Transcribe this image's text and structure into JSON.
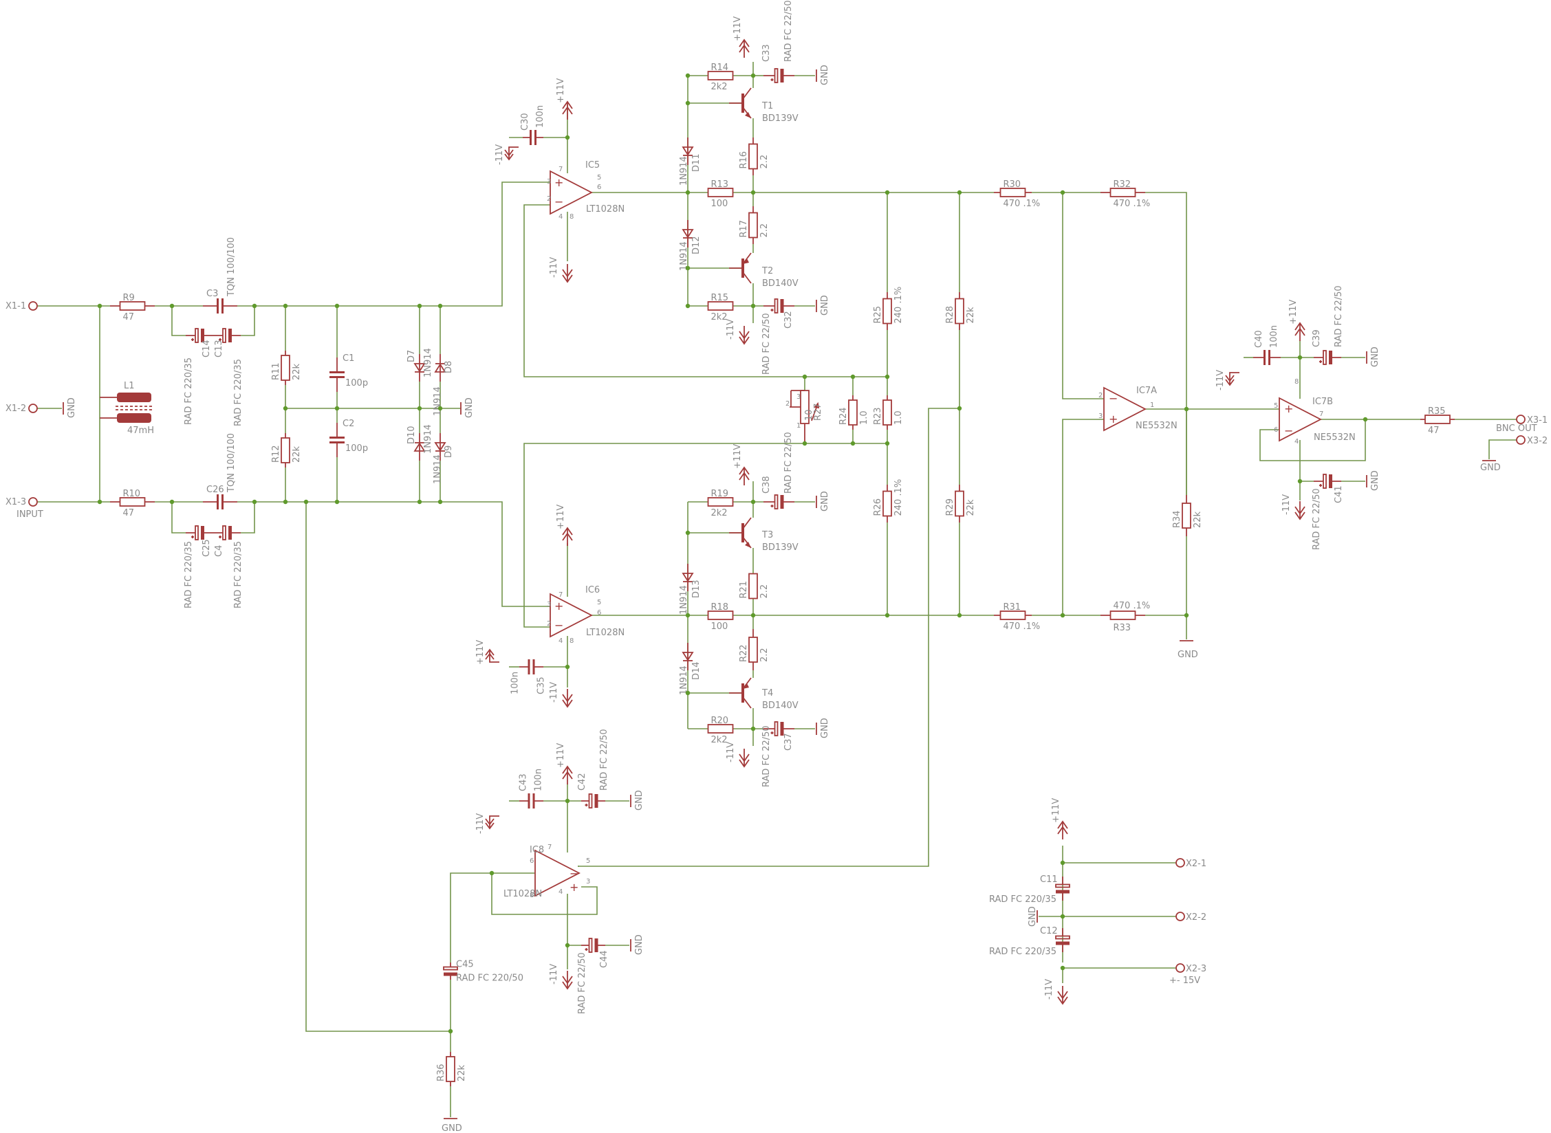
{
  "connectors": {
    "x1_1": "X1-1",
    "x1_2": "X1-2",
    "x1_3": "X1-3",
    "input": "INPUT",
    "x2_1": "X2-1",
    "x2_2": "X2-2",
    "x2_3": "X2-3",
    "pm15": "+- 15V",
    "x3_1": "X3-1",
    "x3_2": "X3-2",
    "bnc": "BNC OUT"
  },
  "power": {
    "p11": "+11V",
    "m11": "-11V",
    "gnd": "GND"
  },
  "resistors": {
    "R9": [
      "R9",
      "47"
    ],
    "R10": [
      "R10",
      "47"
    ],
    "R11": [
      "R11",
      "22k"
    ],
    "R12": [
      "R12",
      "22k"
    ],
    "R13": [
      "R13",
      "100"
    ],
    "R14": [
      "R14",
      "2k2"
    ],
    "R15": [
      "R15",
      "2k2"
    ],
    "R16": [
      "R16",
      "2.2"
    ],
    "R17": [
      "R17",
      "2.2"
    ],
    "R18": [
      "R18",
      "100"
    ],
    "R19": [
      "R19",
      "2k2"
    ],
    "R20": [
      "R20",
      "2k2"
    ],
    "R21": [
      "R21",
      "2.2"
    ],
    "R22": [
      "R22",
      "2.2"
    ],
    "R23": [
      "R23",
      "1.0"
    ],
    "R24": [
      "R24",
      "1.0"
    ],
    "R25": [
      "R25",
      "240 .1%"
    ],
    "R26": [
      "R26",
      "240 .1%"
    ],
    "R27": [
      "R27",
      "10"
    ],
    "R28": [
      "R28",
      "22k"
    ],
    "R29": [
      "R29",
      "22k"
    ],
    "R30": [
      "R30",
      "470 .1%"
    ],
    "R31": [
      "R31",
      "470 .1%"
    ],
    "R32": [
      "R32",
      "470 .1%"
    ],
    "R33": [
      "R33",
      "470 .1%"
    ],
    "R34": [
      "R34",
      "22k"
    ],
    "R35": [
      "R35",
      "47"
    ],
    "R36": [
      "R36",
      "22k"
    ]
  },
  "capacitors": {
    "C1": [
      "C1",
      "100p"
    ],
    "C2": [
      "C2",
      "100p"
    ],
    "C3": [
      "C3",
      "TQN 100/100"
    ],
    "C26": [
      "C26",
      "TQN 100/100"
    ],
    "C4": [
      "C4",
      "RAD FC 220/35"
    ],
    "C13": [
      "C13",
      "RAD FC 220/35"
    ],
    "C14": [
      "C14",
      "RAD FC 220/35"
    ],
    "C25": [
      "C25",
      "RAD FC 220/35"
    ],
    "C30": [
      "C30",
      "100n"
    ],
    "C35": [
      "C35",
      "100n"
    ],
    "C43": [
      "C43",
      "100n"
    ],
    "C40": [
      "C40",
      "100n"
    ],
    "C32": [
      "C32",
      "RAD FC 22/50"
    ],
    "C33": [
      "C33",
      "RAD FC 22/50"
    ],
    "C37": [
      "C37",
      "RAD FC 22/50"
    ],
    "C38": [
      "C38",
      "RAD FC 22/50"
    ],
    "C39": [
      "C39",
      "RAD FC 22/50"
    ],
    "C41": [
      "C41",
      "RAD FC 22/50"
    ],
    "C42": [
      "C42",
      "RAD FC 22/50"
    ],
    "C44": [
      "C44",
      "RAD FC 22/50"
    ],
    "C45": [
      "C45",
      "RAD FC 220/50"
    ],
    "C11": [
      "C11",
      "RAD FC 220/35"
    ],
    "C12": [
      "C12",
      "RAD FC 220/35"
    ]
  },
  "diodes": {
    "D7": [
      "D7",
      "1N914"
    ],
    "D8": [
      "D8",
      "1N914"
    ],
    "D9": [
      "D9",
      "1N914"
    ],
    "D10": [
      "D10",
      "1N914"
    ],
    "D11": [
      "D11",
      "1N914"
    ],
    "D12": [
      "D12",
      "1N914"
    ],
    "D13": [
      "D13",
      "1N914"
    ],
    "D14": [
      "D14",
      "1N914"
    ]
  },
  "transistors": {
    "T1": [
      "T1",
      "BD139V"
    ],
    "T2": [
      "T2",
      "BD140V"
    ],
    "T3": [
      "T3",
      "BD139V"
    ],
    "T4": [
      "T4",
      "BD140V"
    ]
  },
  "inductor": [
    "L1",
    "47mH"
  ],
  "ics": {
    "IC5": [
      "IC5",
      "LT1028N"
    ],
    "IC6": [
      "IC6",
      "LT1028N"
    ],
    "IC8": [
      "IC8",
      "LT1028N"
    ],
    "IC7A": [
      "IC7A",
      "NE5532N"
    ],
    "IC7B": [
      "IC7B",
      "NE5532N"
    ]
  },
  "pins": {
    "p1": "1",
    "p2": "2",
    "p3": "3",
    "p4": "4",
    "p5": "5",
    "p6": "6",
    "p7": "7",
    "p8": "8",
    "plus": "+",
    "minus": "−"
  }
}
